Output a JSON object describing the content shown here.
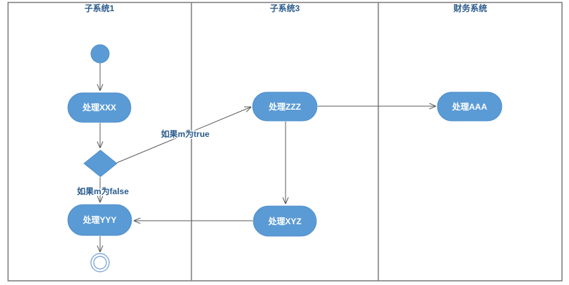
{
  "diagram": {
    "type": "uml-activity-swimlane",
    "lanes": [
      {
        "title": "子系统1"
      },
      {
        "title": "子系统3"
      },
      {
        "title": "财务系统"
      }
    ],
    "nodes": {
      "start": {
        "type": "initial-node"
      },
      "xxx": {
        "label": "处理XXX"
      },
      "zzz": {
        "label": "处理ZZZ"
      },
      "aaa": {
        "label": "处理AAA"
      },
      "xyz": {
        "label": "处理XYZ"
      },
      "yyy": {
        "label": "处理YYY"
      },
      "decision": {
        "type": "decision-diamond"
      },
      "end": {
        "type": "final-node"
      }
    },
    "edge_labels": {
      "true_branch": "如果m为true",
      "false_branch": "如果m为false"
    },
    "colors": {
      "node_fill": "#5b9bd5",
      "node_stroke": "#4e8ecb",
      "node_text": "#ffffff",
      "edge": "#595959",
      "lane_border": "#7f7f7f",
      "label_text": "#2a5a8c",
      "final_stroke": "#7fa8d9"
    }
  }
}
